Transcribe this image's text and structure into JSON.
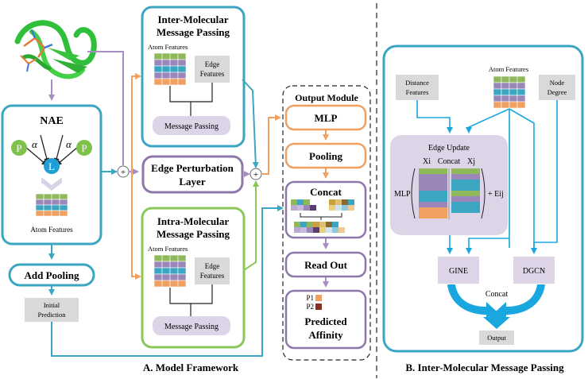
{
  "protein_image": "protein-structure-ribbon",
  "nae": {
    "title": "NAE",
    "node_p": "P",
    "node_l": "L",
    "alpha": "α",
    "atom_features": "Atom Features"
  },
  "add_pooling": "Add Pooling",
  "initial_prediction": [
    "Initial",
    "Prediction"
  ],
  "inter_mp": {
    "title_lines": [
      "Inter-Molecular",
      "Message Passing"
    ],
    "atom_features": "Atom Features",
    "edge_features": [
      "Edge",
      "Features"
    ],
    "message_passing": "Message Passing"
  },
  "edge_perturbation": [
    "Edge Perturbation",
    "Layer"
  ],
  "intra_mp": {
    "title_lines": [
      "Intra-Molecular",
      "Message Passing"
    ],
    "atom_features": "Atom Features",
    "edge_features": [
      "Edge",
      "Features"
    ],
    "message_passing": "Message Passing"
  },
  "plus_symbol": "+",
  "output_module": {
    "title": "Output Module",
    "mlp": "MLP",
    "pooling": "Pooling",
    "concat": "Concat",
    "read_out": "Read Out",
    "p1": "P1",
    "p2": "P2",
    "predicted": [
      "Predicted",
      "Affinity"
    ]
  },
  "caption_a": "A. Model Framework",
  "panel_b": {
    "distance_features": [
      "Distance",
      "Features"
    ],
    "atom_features": "Atom Features",
    "node_degree": [
      "Node",
      "Degree"
    ],
    "edge_update": "Edge Update",
    "xi": "Xi",
    "concat_label": "Concat",
    "xj": "Xj",
    "mlp": "MLP",
    "eij": "+ Eij",
    "gine": "GINE",
    "dgcn": "DGCN",
    "concat": "Concat",
    "output": "Output",
    "caption": "B. Inter-Molecular Message Passing"
  },
  "colors": {
    "teal": "#3aa6c1",
    "orange": "#f0a060",
    "purple": "#8e78aa",
    "green": "#8ac85a",
    "lavender": "#ddd4e8",
    "gray_box": "#d9d9d9",
    "blue_arrow": "#1aa7e0",
    "node_p": "#7ec24a",
    "node_l": "#1f9fd6"
  }
}
